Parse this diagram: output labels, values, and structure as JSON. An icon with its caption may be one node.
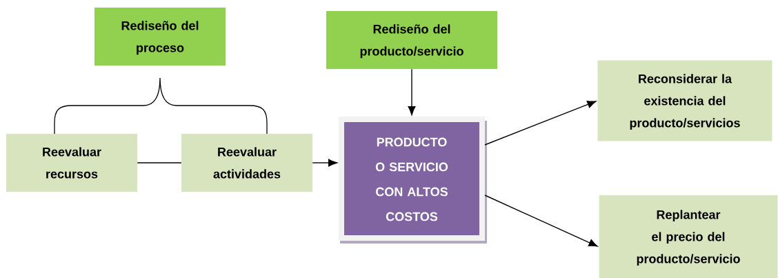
{
  "diagram": {
    "nodes": [
      {
        "text": [
          "Rediseño del proceso"
        ]
      },
      {
        "text": [
          "Rediseño del producto/servicio"
        ]
      },
      {
        "text": [
          "Reevaluar recursos"
        ]
      },
      {
        "text": [
          "Reevaluar actividades"
        ]
      },
      {
        "text": [
          "PRODUCTO O SERVICIO CON ALTOS COSTOS"
        ]
      },
      {
        "text": [
          "Reconsiderar la existencia del producto/servicios"
        ]
      },
      {
        "text": [
          "Replantear el precio del producto/servicio"
        ]
      }
    ],
    "edges": [
      {
        "from": 2,
        "to": 3,
        "arrow": "none"
      },
      {
        "from": 3,
        "to": 4,
        "arrow": "to"
      },
      {
        "from": 1,
        "to": 4,
        "arrow": "to"
      },
      {
        "from": 4,
        "to": 5,
        "arrow": "to"
      },
      {
        "from": 4,
        "to": 6,
        "arrow": "to"
      }
    ]
  }
}
